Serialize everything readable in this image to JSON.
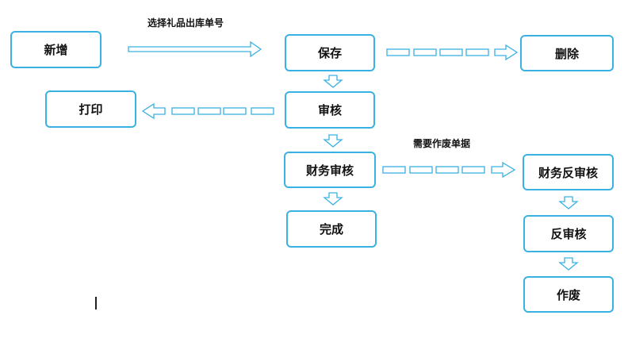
{
  "nodes": {
    "new": "新增",
    "save": "保存",
    "delete": "删除",
    "print": "打印",
    "review": "审核",
    "finance_review": "财务审核",
    "finance_unreview": "财务反审核",
    "done": "完成",
    "unreview": "反审核",
    "void": "作废"
  },
  "labels": {
    "select_order": "选择礼品出库单号",
    "void_needed": "需要作废单据"
  },
  "colors": {
    "border": "#3ab1e3",
    "text": "#111111"
  }
}
